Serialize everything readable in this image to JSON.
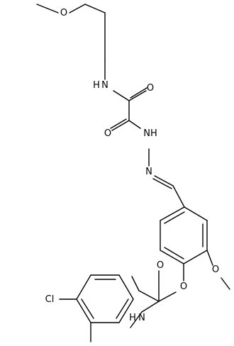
{
  "molecule": {
    "atoms": [
      {
        "id": "O1",
        "text": "O"
      },
      {
        "id": "N1",
        "text": "N"
      },
      {
        "id": "H1",
        "text": "H"
      },
      {
        "id": "O2",
        "text": "O"
      },
      {
        "id": "O3",
        "text": "O"
      },
      {
        "id": "NH2",
        "text": "NH"
      },
      {
        "id": "N3",
        "text": "N"
      },
      {
        "id": "O4",
        "text": "O"
      },
      {
        "id": "O5",
        "text": "O"
      },
      {
        "id": "O6",
        "text": "O"
      },
      {
        "id": "Cl",
        "text": "Cl"
      },
      {
        "id": "N4",
        "text": "N"
      },
      {
        "id": "H4",
        "text": "H"
      }
    ]
  },
  "colors": {
    "bond": "#000000",
    "text": "#000000",
    "background": "#ffffff"
  }
}
